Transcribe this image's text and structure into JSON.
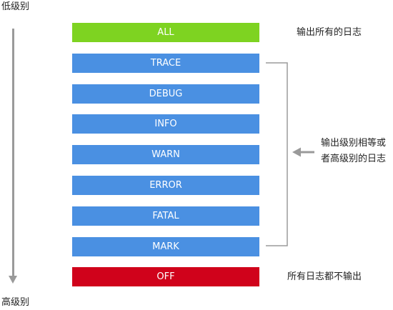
{
  "axis": {
    "top_label": "低级别",
    "bottom_label": "高级别"
  },
  "levels": [
    {
      "label": "ALL",
      "color": "#7ed321"
    },
    {
      "label": "TRACE",
      "color": "#4a90e2"
    },
    {
      "label": "DEBUG",
      "color": "#4a90e2"
    },
    {
      "label": "INFO",
      "color": "#4a90e2"
    },
    {
      "label": "WARN",
      "color": "#4a90e2"
    },
    {
      "label": "ERROR",
      "color": "#4a90e2"
    },
    {
      "label": "FATAL",
      "color": "#4a90e2"
    },
    {
      "label": "MARK",
      "color": "#4a90e2"
    },
    {
      "label": "OFF",
      "color": "#d0021b"
    }
  ],
  "notes": {
    "all": "输出所有的日志",
    "range_line1": "输出级别相等或",
    "range_line2": "者高级别的日志",
    "off": "所有日志都不输出"
  },
  "colors": {
    "arrow": "#9a9a9a",
    "bracket": "#9b9b9b"
  }
}
